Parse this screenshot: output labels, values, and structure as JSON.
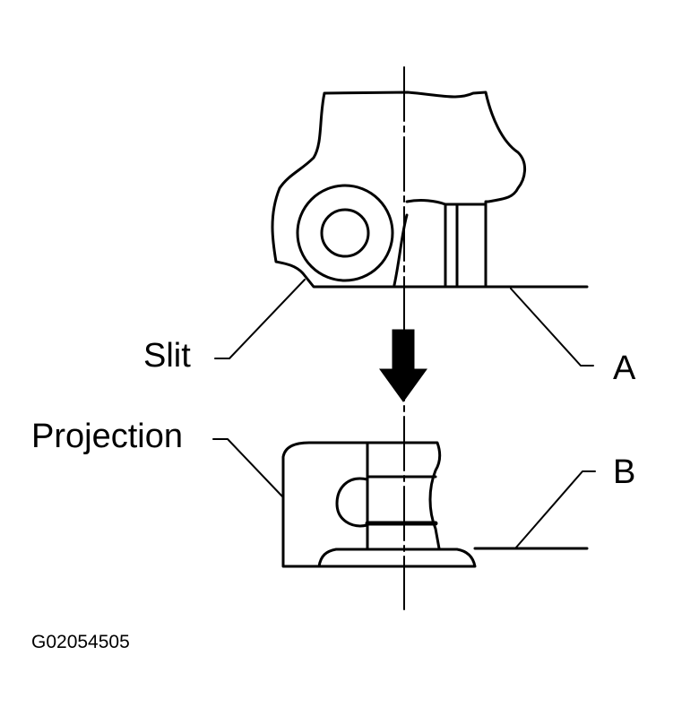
{
  "labels": {
    "slit": "Slit",
    "a": "A",
    "projection": "Projection",
    "b": "B"
  },
  "figure_code": "G02054505",
  "colors": {
    "ink": "#000000",
    "paper": "#ffffff"
  }
}
